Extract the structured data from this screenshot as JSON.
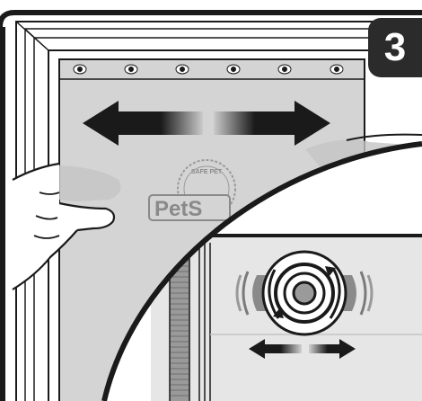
{
  "step": {
    "number": "3"
  },
  "flap": {
    "logo_text": "PetS",
    "seal_text": "SAFE PET"
  },
  "colors": {
    "outline": "#1a1a1a",
    "badge": "#2b2b2b",
    "flap_fill": "#d4d4d4",
    "frame_fill": "#ffffff",
    "inset_fill": "#e6e6e6"
  },
  "icons": {
    "arrows": "double-arrow-icon",
    "screws": "screw-icon",
    "hand": "hand-icon",
    "dial": "rotate-dial-icon"
  }
}
